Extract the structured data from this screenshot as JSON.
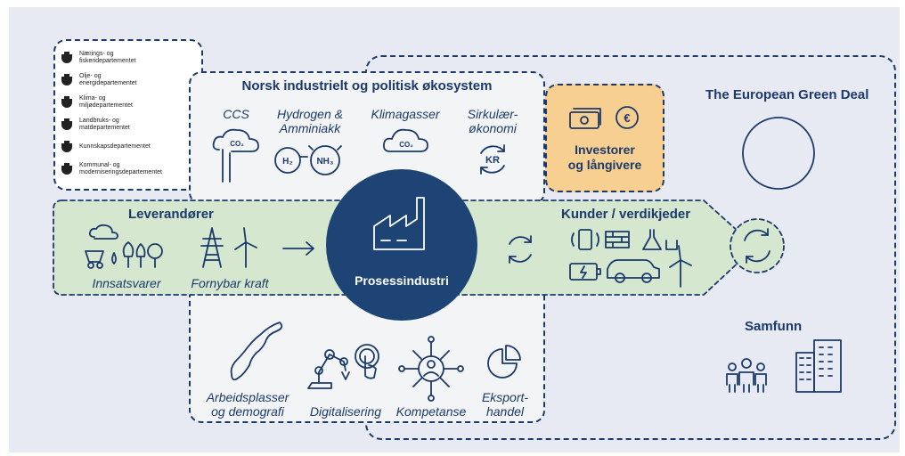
{
  "ministries": [
    {
      "line1": "Nærings- og",
      "line2": "fiskeridepartementet"
    },
    {
      "line1": "Olje- og",
      "line2": "energidepartementet"
    },
    {
      "line1": "Klima- og",
      "line2": "miljødepartementet"
    },
    {
      "line1": "Landbruks- og",
      "line2": "matdepartementet"
    },
    {
      "line1": "Kunnskapsdepartementet",
      "line2": ""
    },
    {
      "line1": "Kommunal- og",
      "line2": "moderniseringsdepartementet"
    }
  ],
  "ecosystem": {
    "title": "Norsk industrielt og politisk økosystem",
    "ccs": "CCS",
    "co2_label": "CO₂",
    "hydrogen_line1": "Hydrogen &",
    "hydrogen_line2": "Amminiakk",
    "h2_label": "H₂",
    "nh3_label": "NH₃",
    "klimagasser": "Klimagasser",
    "sirk_line1": "Sirkulær-",
    "sirk_line2": "økonomi",
    "kr_label": "KR"
  },
  "investors": {
    "line1": "Investorer",
    "line2": "og långivere",
    "euro": "€"
  },
  "green_deal": {
    "title": "The European Green Deal"
  },
  "suppliers": {
    "title": "Leverandører",
    "innsats": "Innsatsvarer",
    "fornybar": "Fornybar kraft"
  },
  "center": {
    "label": "Prosessindustri"
  },
  "customers": {
    "title": "Kunder / verdikjeder"
  },
  "samfunn": {
    "title": "Samfunn"
  },
  "bottom": {
    "arb_line1": "Arbeidsplasser",
    "arb_line2": "og demografi",
    "digital": "Digitalisering",
    "kompetanse": "Kompetanse",
    "eksport_line1": "Eksport-",
    "eksport_line2": "handel"
  },
  "colors": {
    "navy": "#1b3a6b",
    "circle": "#1d4475",
    "background": "#e8eaf3",
    "inner_box": "#f3f4f6",
    "green": "#d6e7cf",
    "orange": "#f6cf91"
  }
}
